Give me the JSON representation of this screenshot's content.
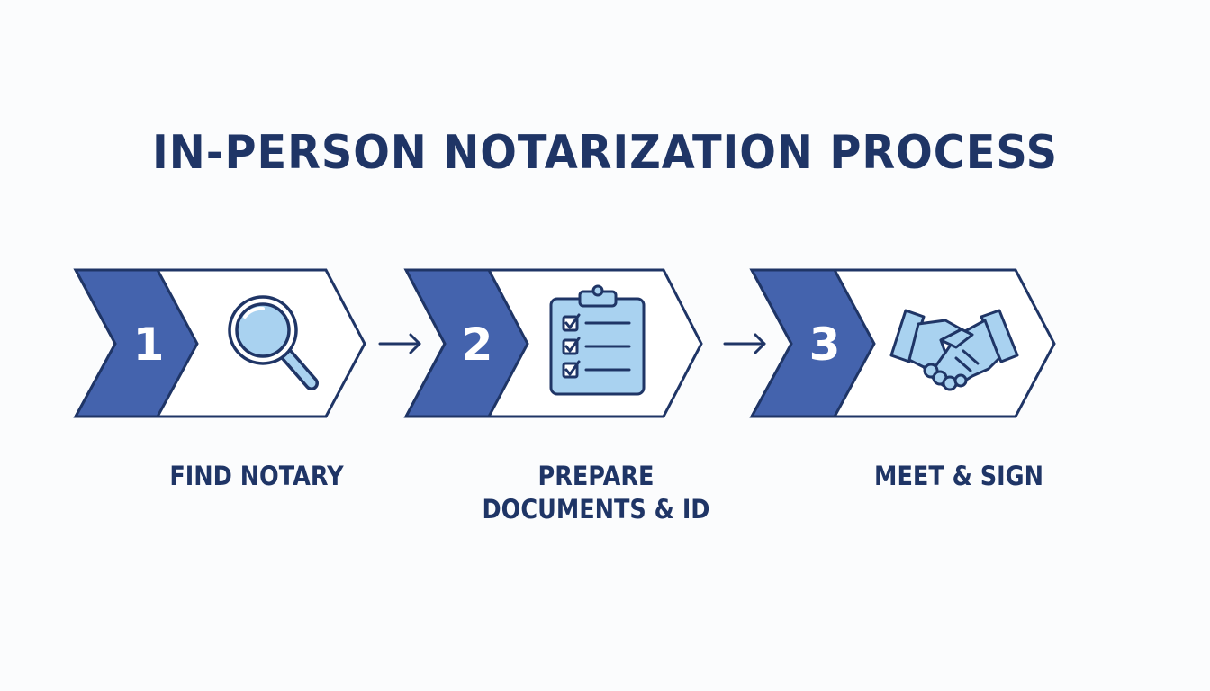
{
  "title": "IN-PERSON NOTARIZATION PROCESS",
  "colors": {
    "navy": "#1f3566",
    "blue": "#4463ad",
    "icon_fill": "#a9d2f0",
    "background": "#fbfcfd"
  },
  "steps": [
    {
      "number": "1",
      "label": "FIND NOTARY",
      "icon": "magnifying-glass-icon"
    },
    {
      "number": "2",
      "label": "PREPARE DOCUMENTS & ID",
      "icon": "clipboard-checklist-icon"
    },
    {
      "number": "3",
      "label": "MEET & SIGN",
      "icon": "handshake-icon"
    }
  ]
}
